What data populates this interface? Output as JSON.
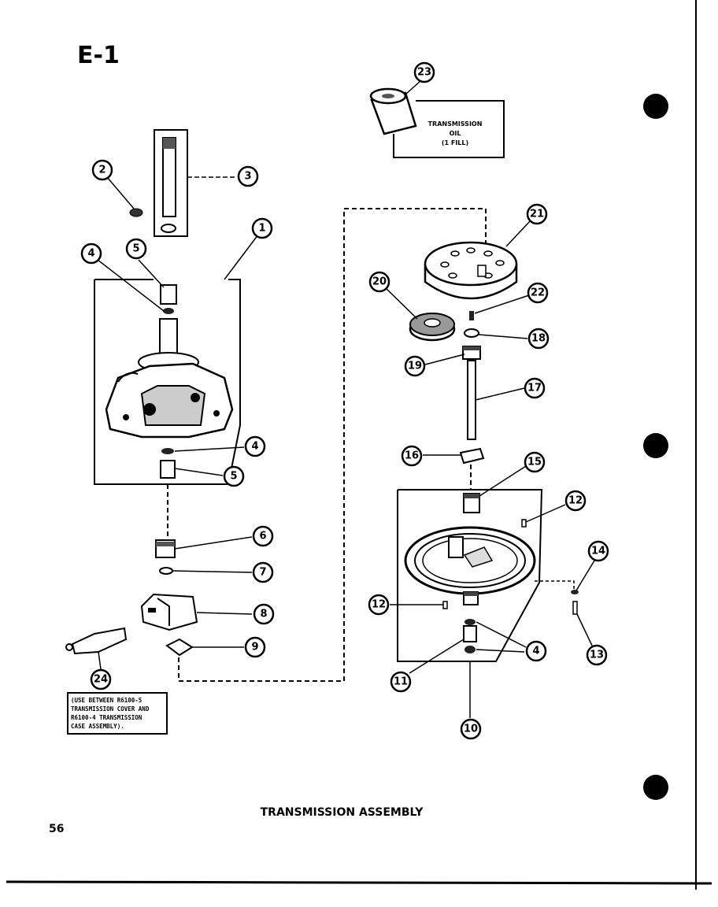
{
  "page": {
    "section": "E-1",
    "title": "TRANSMISSION ASSEMBLY",
    "page_number": "56"
  },
  "oil_box": {
    "line1": "TRANSMISSION",
    "line2": "OIL",
    "line3": "(1 FILL)"
  },
  "note_box": {
    "line1": "(USE BETWEEN R6100-5",
    "line2": "TRANSMISSION COVER AND",
    "line3": "R6100-4 TRANSMISSION",
    "line4": "CASE ASSEMBLY)."
  },
  "callouts": [
    "1",
    "2",
    "3",
    "4",
    "5",
    "4",
    "5",
    "6",
    "7",
    "8",
    "9",
    "24",
    "23",
    "21",
    "20",
    "22",
    "18",
    "19",
    "17",
    "16",
    "15",
    "12",
    "14",
    "12",
    "13",
    "4",
    "11",
    "10"
  ]
}
